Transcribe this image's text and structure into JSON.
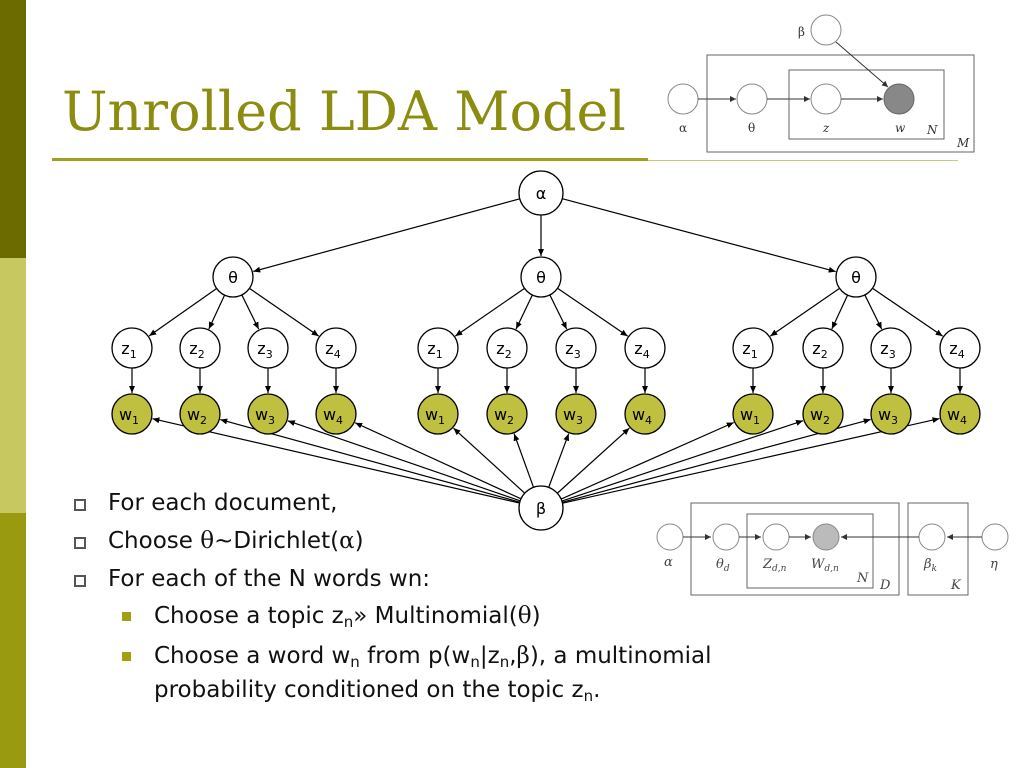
{
  "slide": {
    "title": "Unrolled LDA Model"
  },
  "diagram": {
    "alpha": "α",
    "beta": "β",
    "theta": "θ",
    "z_base": "z",
    "w_base": "w",
    "indices": [
      "1",
      "2",
      "3",
      "4"
    ]
  },
  "inset_top": {
    "beta": "β",
    "alpha": "α",
    "theta": "θ",
    "z": "z",
    "w": "w",
    "N": "N",
    "M": "M"
  },
  "inset_bottom": {
    "alpha": "α",
    "theta_base": "θ",
    "theta_sub": "d",
    "Z_base": "Z",
    "Z_sub": "d,n",
    "W_base": "W",
    "W_sub": "d,n",
    "N": "N",
    "D": "D",
    "beta_base": "β",
    "beta_sub": "k",
    "K": "K",
    "eta": "η"
  },
  "bullets": {
    "b1": "For each document,",
    "b2_pre": "Choose ",
    "b2_theta": "θ",
    "b2_mid": "~Dirichlet(",
    "b2_alpha": "α",
    "b2_post": ")",
    "b3": "For each of the N words wn:",
    "s1_pre": "Choose a topic z",
    "s1_sub": "n",
    "s1_mid": "» Multinomial(",
    "s1_theta": "θ",
    "s1_post": ")",
    "s2_a": "Choose a word w",
    "s2_sub1": "n",
    "s2_b": " from p(w",
    "s2_sub2": "n",
    "s2_c": "|z",
    "s2_sub3": "n",
    "s2_d": ",",
    "s2_beta": "β",
    "s2_e": "), a multinomial",
    "s2_line2": "probability conditioned on the topic z",
    "s2_sub4": "n",
    "s2_end": "."
  }
}
